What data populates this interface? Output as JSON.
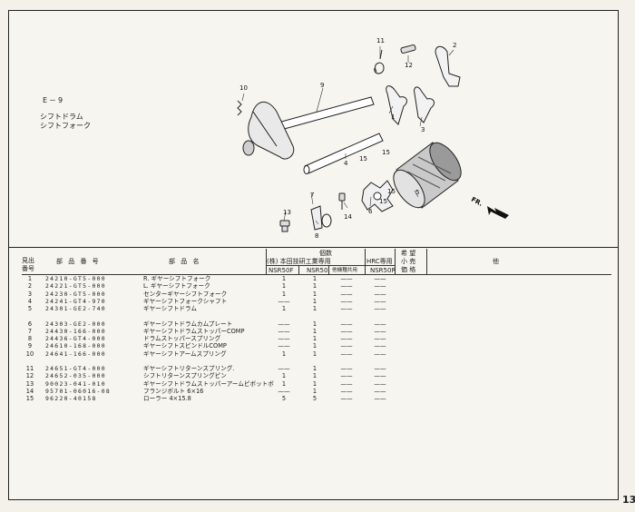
{
  "section": {
    "code": "E－9",
    "title_line1": "シフトドラム",
    "title_line2": "シフトフォーク"
  },
  "diagram": {
    "callouts": [
      "1",
      "2",
      "3",
      "4",
      "5",
      "6",
      "7",
      "8",
      "9",
      "10",
      "11",
      "12",
      "13",
      "14",
      "15",
      "15",
      "15",
      "15"
    ],
    "direction_label": "FR."
  },
  "table": {
    "headers": {
      "ref_no_line1": "見出",
      "ref_no_line2": "番号",
      "part_number": "部 品 番 号",
      "part_name": "部 品 名",
      "qty_group": "個数",
      "honda_rnd_group": "(株) 本田技研工業専用",
      "hrc_group": "HRC専用",
      "nsr50f": "NSR50F",
      "nsr50": "NSR50",
      "other_model": "他機種共用",
      "nsr50r": "NSR50R",
      "wish_line1": "希 望",
      "wish_line2": "小 売",
      "wish_line3": "価 格",
      "remarks": "他"
    },
    "rows": [
      {
        "no": "1",
        "pn": "24210-GT5-000",
        "name": "R. ギヤーシフトフォーク",
        "q1": "1",
        "q2": "1",
        "q3": "——",
        "q4": "——"
      },
      {
        "no": "2",
        "pn": "24221-GT5-000",
        "name": "L. ギヤーシフトフォーク",
        "q1": "1",
        "q2": "1",
        "q3": "——",
        "q4": "——"
      },
      {
        "no": "3",
        "pn": "24230-GT5-000",
        "name": "センターギヤーシフトフォーク",
        "q1": "1",
        "q2": "1",
        "q3": "——",
        "q4": "——"
      },
      {
        "no": "4",
        "pn": "24241-GT4-970",
        "name": "ギヤーシフトフォークシャフト",
        "q1": "——",
        "q2": "1",
        "q3": "——",
        "q4": "——"
      },
      {
        "no": "5",
        "pn": "24301-GE2-740",
        "name": "ギヤーシフトドラム",
        "q1": "1",
        "q2": "1",
        "q3": "——",
        "q4": "——"
      },
      {
        "no": "6",
        "pn": "24303-GE2-000",
        "name": "ギヤーシフトドラムカムプレート",
        "q1": "——",
        "q2": "1",
        "q3": "——",
        "q4": "——"
      },
      {
        "no": "7",
        "pn": "24430-166-000",
        "name": "ギヤーシフトドラムストッパーCOMP",
        "q1": "——",
        "q2": "1",
        "q3": "——",
        "q4": "——"
      },
      {
        "no": "8",
        "pn": "24436-GT4-000",
        "name": "ドラムストッパースプリング",
        "q1": "——",
        "q2": "1",
        "q3": "——",
        "q4": "——"
      },
      {
        "no": "9",
        "pn": "24610-168-000",
        "name": "ギヤーシフトスピンドルCOMP",
        "q1": "——",
        "q2": "1",
        "q3": "——",
        "q4": "——"
      },
      {
        "no": "10",
        "pn": "24641-166-000",
        "name": "ギヤーシフトアームスプリング",
        "q1": "1",
        "q2": "1",
        "q3": "——",
        "q4": "——"
      },
      {
        "no": "11",
        "pn": "24651-GT4-000",
        "name": "ギヤーシフトリターンスプリング.",
        "q1": "——",
        "q2": "1",
        "q3": "——",
        "q4": "——"
      },
      {
        "no": "12",
        "pn": "24652-035-000",
        "name": "シフトリターンスプリングピン",
        "q1": "1",
        "q2": "1",
        "q3": "——",
        "q4": "——"
      },
      {
        "no": "13",
        "pn": "90023-041-010",
        "name": "ギヤーシフトドラムストッパーアームピボットボ",
        "q1": "1",
        "q2": "1",
        "q3": "——",
        "q4": "——"
      },
      {
        "no": "14",
        "pn": "95701-06016-08",
        "name": "フランジボルト 6×16",
        "q1": "——",
        "q2": "1",
        "q3": "——",
        "q4": "——"
      },
      {
        "no": "15",
        "pn": "96220-40158",
        "name": "ローラー 4×15.8",
        "q1": "5",
        "q2": "5",
        "q3": "——",
        "q4": "——"
      }
    ]
  },
  "page_number": "13"
}
